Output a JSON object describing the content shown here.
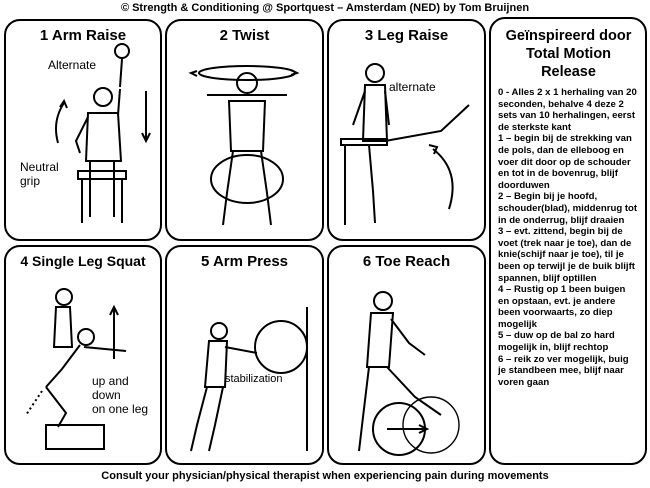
{
  "header": "© Strength & Conditioning @ Sportquest – Amsterdam (NED) by Tom Bruijnen",
  "footer": "Consult your physician/physical therapist when experiencing pain during movements",
  "panels": [
    {
      "title": "1 Arm Raise",
      "labels": [
        "Alternate",
        "Neutral",
        "grip"
      ]
    },
    {
      "title": "2 Twist",
      "labels": []
    },
    {
      "title": "3 Leg Raise",
      "labels": [
        "alternate"
      ]
    },
    {
      "title": "4 Single Leg Squat",
      "labels": [
        "up and",
        "down",
        "on one leg"
      ]
    },
    {
      "title": "5 Arm Press",
      "labels": [
        "stabilization"
      ]
    },
    {
      "title": "6 Toe Reach",
      "labels": []
    }
  ],
  "sidebar": {
    "title_lines": [
      "Geïnspireerd door",
      "Total Motion",
      "Release"
    ],
    "paragraphs": [
      "0 - Alles 2 x 1 herhaling van 20 seconden, behalve 4 deze 2 sets van 10 herhalingen, eerst de sterkste kant",
      "1 – begin bij de strekking van de pols, dan de elleboog en voer dit door op de schouder en tot in de bovenrug, blijf doorduwen",
      "2 – Begin bij je hoofd, schouder(blad), middenrug tot in de onderrug, blijf draaien",
      "3 – evt. zittend, begin bij de voet (trek naar je toe), dan de knie(schijf naar je toe), til je been op terwijl je de buik blijft spannen, blijf optillen",
      "4 – Rustig op 1 been buigen en opstaan, evt. je andere been voorwaarts, zo diep mogelijk",
      "5 – duw op de bal zo hard mogelijk in, blijf rechtop",
      "6 – reik zo ver mogelijk, buig je standbeen mee, blijf naar voren gaan"
    ]
  }
}
